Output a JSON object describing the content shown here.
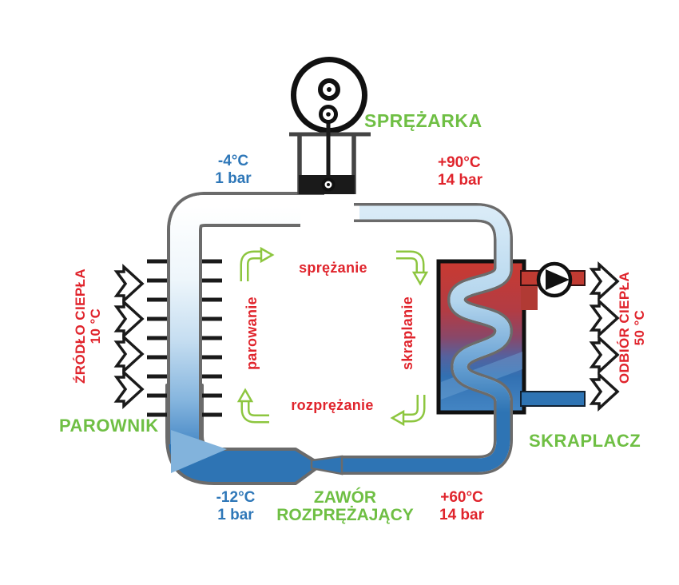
{
  "diagram": {
    "components": {
      "compressor": "SPRĘŻARKA",
      "evaporator": "PAROWNIK",
      "condenser": "SKRAPLACZ",
      "expansion_valve_line1": "ZAWÓR",
      "expansion_valve_line2": "ROZPRĘŻAJĄCY"
    },
    "state_points": {
      "suction": {
        "temp": "-4°C",
        "pressure": "1 bar"
      },
      "discharge": {
        "temp": "+90°C",
        "pressure": "14 bar"
      },
      "after_valve": {
        "temp": "-12°C",
        "pressure": "1 bar"
      },
      "after_condenser": {
        "temp": "+60°C",
        "pressure": "14 bar"
      }
    },
    "processes": {
      "top": "sprężanie",
      "right": "skraplanie",
      "bottom": "rozprężanie",
      "left": "parowanie"
    },
    "sides": {
      "heat_source_line1": "ŹRÓDŁO CIEPŁA",
      "heat_source_line2": "10 °C",
      "heat_sink_line1": "ODBIÓR CIEPŁA",
      "heat_sink_line2": "50 °C"
    },
    "colors": {
      "label_green": "#6FBF44",
      "label_red": "#E0242C",
      "label_blue": "#2E77B8",
      "pipe_outline_gray": "#6B6B6B",
      "refrigerant_light_blue": "#D9EBF7",
      "refrigerant_dark_blue": "#2E74B4",
      "condenser_hot_red": "#C93A31",
      "condenser_cold_blue": "#4486C4",
      "cycle_arrow_green": "#8DC63F"
    }
  }
}
